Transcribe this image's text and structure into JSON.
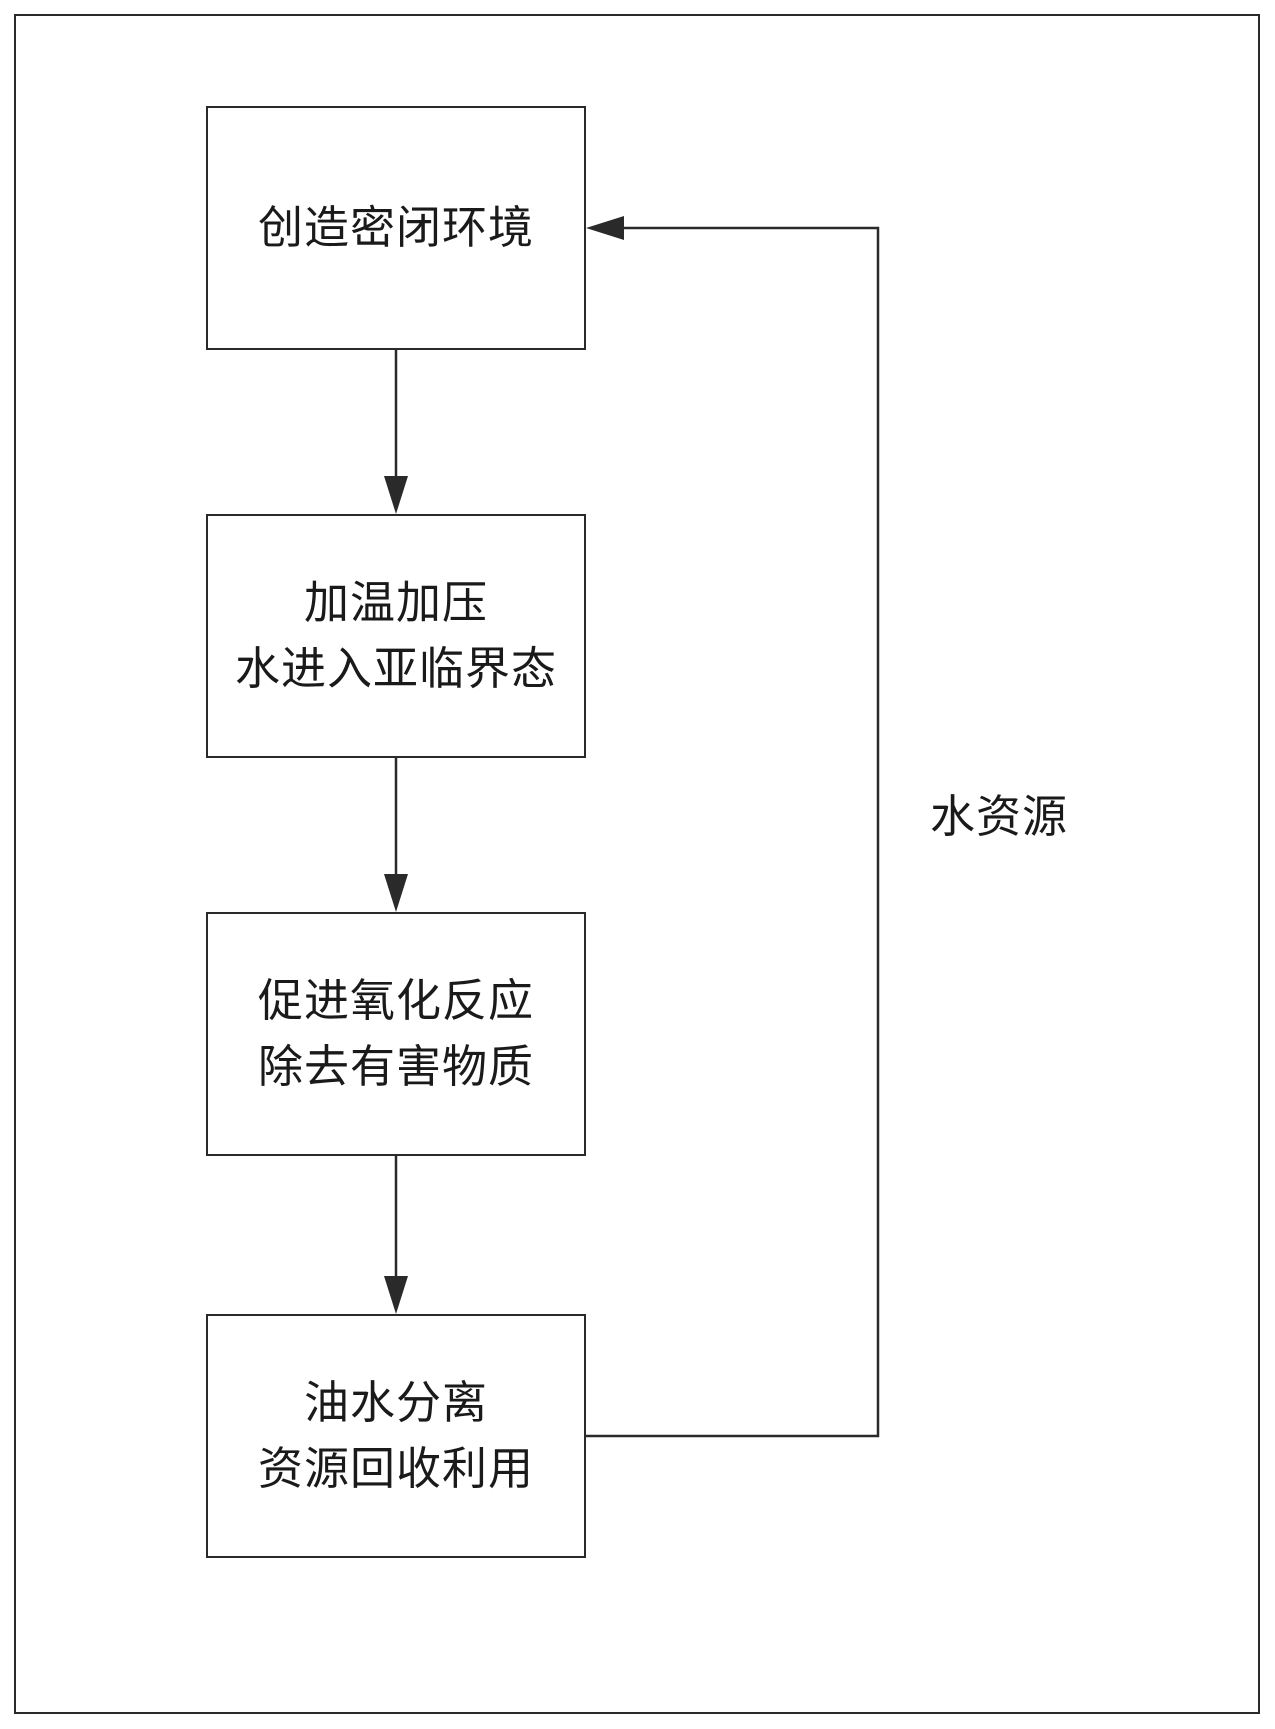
{
  "steps": [
    {
      "line1": "创造密闭环境",
      "line2": ""
    },
    {
      "line1": "加温加压",
      "line2": "水进入亚临界态"
    },
    {
      "line1": "促进氧化反应",
      "line2": "除去有害物质"
    },
    {
      "line1": "油水分离",
      "line2": "资源回收利用"
    }
  ],
  "feedback_label": "水资源",
  "colors": {
    "line": "#2a2a2a",
    "background": "#ffffff"
  }
}
